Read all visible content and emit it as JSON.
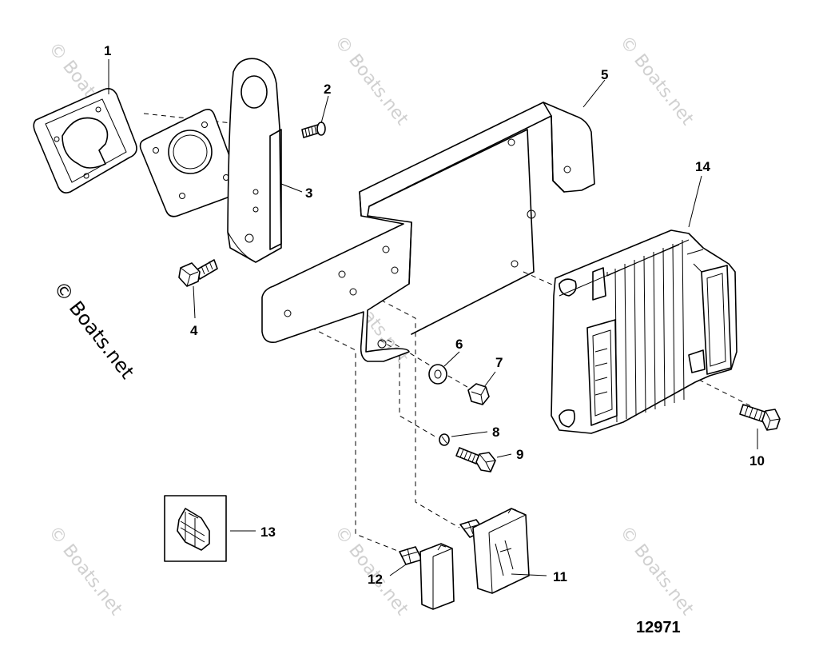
{
  "watermark": "© Boats.net",
  "figure_number": "12971",
  "callouts": [
    {
      "id": "1",
      "label": "1"
    },
    {
      "id": "2",
      "label": "2"
    },
    {
      "id": "3",
      "label": "3"
    },
    {
      "id": "4",
      "label": "4"
    },
    {
      "id": "5",
      "label": "5"
    },
    {
      "id": "6",
      "label": "6"
    },
    {
      "id": "7",
      "label": "7"
    },
    {
      "id": "8",
      "label": "8"
    },
    {
      "id": "9",
      "label": "9"
    },
    {
      "id": "10",
      "label": "10"
    },
    {
      "id": "11",
      "label": "11"
    },
    {
      "id": "12",
      "label": "12"
    },
    {
      "id": "13",
      "label": "13"
    },
    {
      "id": "14",
      "label": "14"
    }
  ]
}
